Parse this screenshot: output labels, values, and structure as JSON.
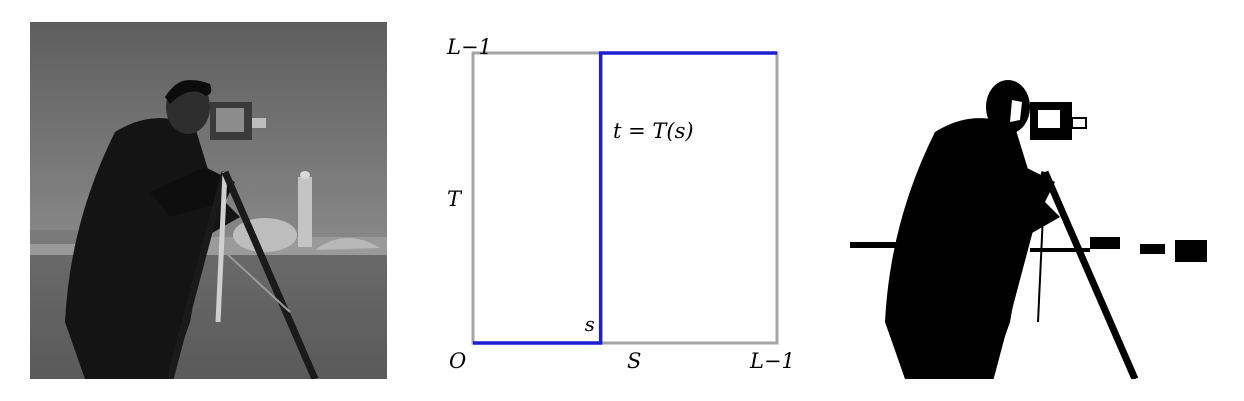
{
  "diagram": {
    "top_axis_label": "L−1",
    "vertical_axis_label": "T",
    "origin_label": "O",
    "horizontal_axis_label": "S",
    "right_axis_label": "L−1",
    "threshold_label": "s",
    "curve_label": "t = T(s)",
    "threshold_fraction": 0.42,
    "box_color": "#a6a6a6",
    "curve_color": "#1e1ed2"
  },
  "images": {
    "left": "grayscale-photo-cameraman",
    "right": "binary-thresholded-photo-cameraman"
  }
}
